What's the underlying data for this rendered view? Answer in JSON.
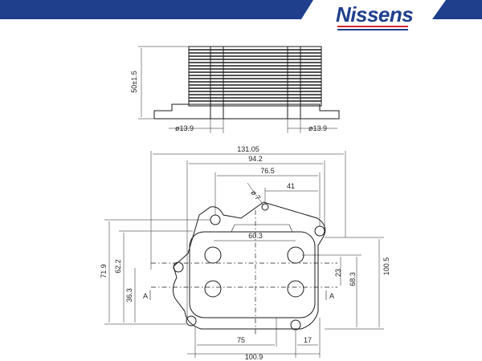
{
  "brand": {
    "name": "Nissens",
    "color_primary": "#1f3f8c",
    "color_accent": "#d62828"
  },
  "side_view": {
    "height_label": "50±1.5",
    "left_hole_label": "ø13.9",
    "right_hole_label": "ø13.9"
  },
  "top_view": {
    "dims": {
      "overall_width": "131.05",
      "outer_holes": "94.2",
      "top_hole_spacing": "76.5",
      "top_offset": "41",
      "small_hole": "ø 7",
      "port_spacing": "60.3",
      "left_height": "71.9",
      "left_inner": "62.2",
      "left_low": "36.3",
      "right_inner": "23",
      "right_mid": "68.3",
      "right_overall": "100.5",
      "bottom_inner": "75",
      "bottom_right": "17",
      "bottom_overall": "100.9"
    },
    "section_left": "A",
    "section_right": "A"
  }
}
